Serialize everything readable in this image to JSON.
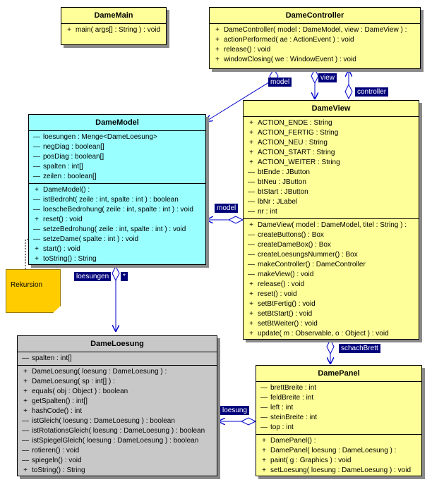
{
  "classes": {
    "dame_main": {
      "name": "DameMain",
      "operations": [
        "main( args[] : String ) : void"
      ]
    },
    "dame_controller": {
      "name": "DameController",
      "operations": [
        "DameController( model : DameModel, view : DameView ) :",
        "actionPerformed( ae : ActionEvent ) : void",
        "release() : void",
        "windowClosing( we : WindowEvent ) : void"
      ]
    },
    "dame_model": {
      "name": "DameModel",
      "attributes": [
        "loesungen : Menge<DameLoesung>",
        "negDiag : boolean[]",
        "posDiag : boolean[]",
        "spalten : int[]",
        "zeilen : boolean[]"
      ],
      "operations": [
        "DameModel() :",
        "istBedroht( zeile : int, spalte : int ) : boolean",
        "loescheBedrohung( zeile : int, spalte : int ) : void",
        "reset() : void",
        "setzeBedrohung( zeile : int, spalte : int ) : void",
        "setzeDame( spalte : int ) : void",
        "start() : void",
        "toString() : String"
      ]
    },
    "dame_view": {
      "name": "DameView",
      "attributes": [
        "ACTION_ENDE : String",
        "ACTION_FERTIG : String",
        "ACTION_NEU : String",
        "ACTION_START : String",
        "ACTION_WEITER : String",
        "btEnde : JButton",
        "btNeu : JButton",
        "btStart : JButton",
        "lbNr : JLabel",
        "nr : int"
      ],
      "operations": [
        "DameView( model : DameModel, titel : String ) :",
        "createButtons() : Box",
        "createDameBox() : Box",
        "createLoesungsNummer() : Box",
        "makeController() : DameController",
        "makeView() : void",
        "release() : void",
        "reset() : void",
        "setBtFertig() : void",
        "setBtStart() : void",
        "setBtWeiter() : void",
        "update( m : Observable, o : Object ) : void"
      ]
    },
    "dame_loesung": {
      "name": "DameLoesung",
      "attributes": [
        "spalten : int[]"
      ],
      "operations": [
        "DameLoesung( loesung : DameLoesung ) :",
        "DameLoesung( sp : int[] ) :",
        "equals( obj : Object ) : boolean",
        "getSpalten() : int[]",
        "hashCode() : int",
        "istGleich( loesung : DameLoesung ) : boolean",
        "istRotationsGleich( loesung : DameLoesung ) : boolean",
        "istSpiegelGleich( loesung : DameLoesung ) : boolean",
        "rotieren() : void",
        "spiegeln() : void",
        "toString() : String"
      ]
    },
    "dame_panel": {
      "name": "DamePanel",
      "attributes": [
        "brettBreite : int",
        "feldBreite : int",
        "left : int",
        "steinBreite : int",
        "top : int"
      ],
      "operations": [
        "DamePanel() :",
        "DamePanel( loesung : DameLoesung ) :",
        "paint( g : Graphics ) : void",
        "setLoesung( loesung : DameLoesung ) : void"
      ]
    }
  },
  "relations": {
    "controller_model": "model",
    "controller_view": "view",
    "view_controller": "controller",
    "view_model": "model",
    "view_panel": "schachBrett",
    "model_loesungen": "loesungen",
    "model_loesungen_mult": "*",
    "panel_loesung": "loesung"
  },
  "note": {
    "text": "Rekursion"
  },
  "colors": {
    "class_yellow": "#ffff99",
    "class_cyan": "#99ffff",
    "class_gray": "#c8c8c8",
    "note": "#ffcc00",
    "label_bg": "#00007b",
    "edge": "#0000cc"
  }
}
